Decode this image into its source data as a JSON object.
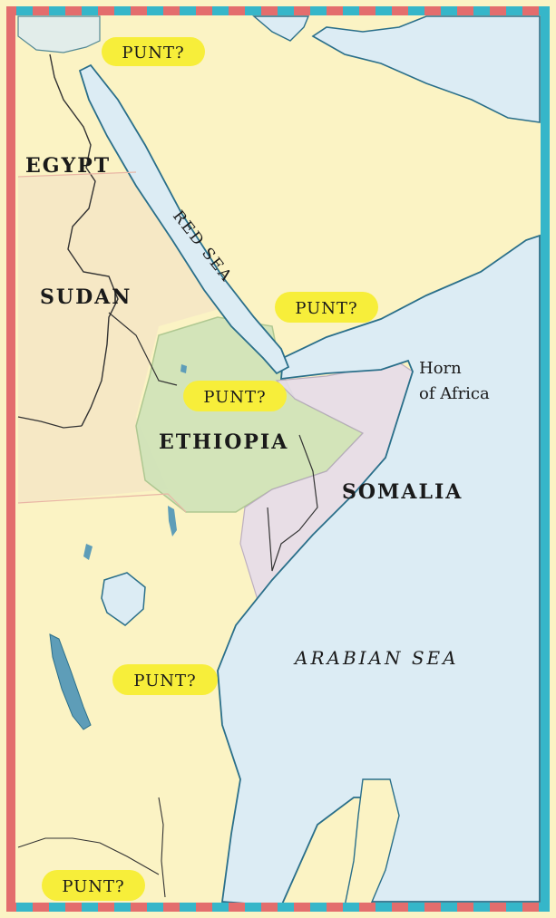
{
  "map": {
    "countries": {
      "egypt": "EGYPT",
      "sudan": "SUDAN",
      "ethiopia": "ETHIOPIA",
      "somalia": "SOMALIA"
    },
    "seas": {
      "red_sea": "RED SEA",
      "arabian_sea": "ARABIAN SEA"
    },
    "regions": {
      "horn_line1": "Horn",
      "horn_line2": "of Africa"
    },
    "punt_labels": [
      "PUNT?",
      "PUNT?",
      "PUNT?",
      "PUNT?",
      "PUNT?"
    ],
    "colors": {
      "water": "#dcecf4",
      "land": "#fbf3c4",
      "coast": "#2a6f8a",
      "ethiopia_fill": "#cfe3b8",
      "somalia_fill": "#e6dcea",
      "highlight": "#f7ee3a",
      "frame_red": "#e36d6d",
      "frame_teal": "#36b6c9"
    }
  }
}
